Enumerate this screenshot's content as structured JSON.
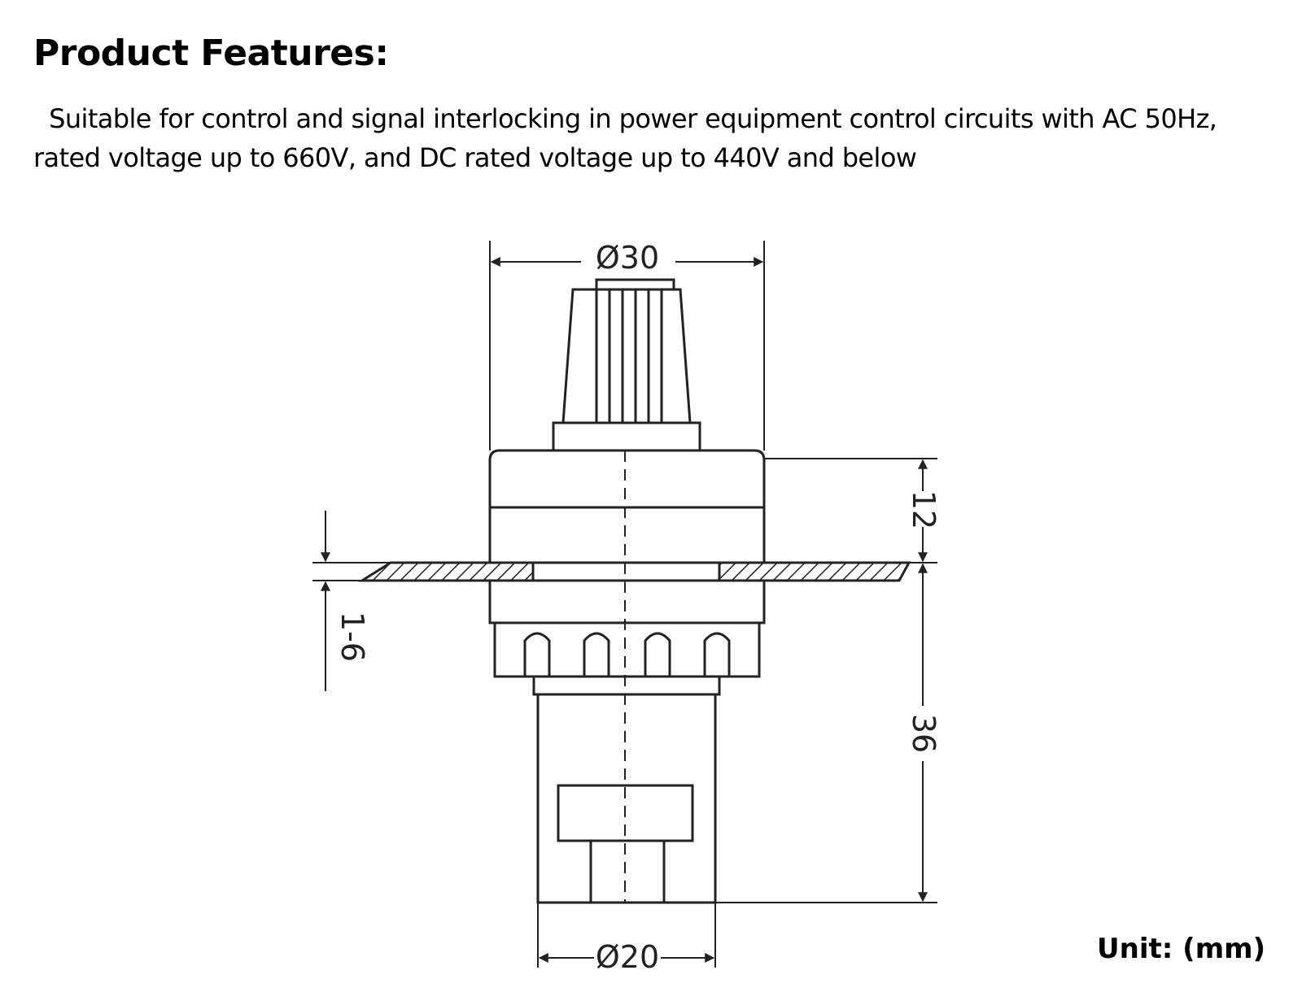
{
  "header": {
    "title": "Product Features:",
    "description": "  Suitable for control and signal interlocking in power equipment control circuits with AC 50Hz, rated voltage up to 660V, and DC rated voltage up to 440V and below"
  },
  "dimensions": {
    "top_diameter": "Ø30",
    "bottom_diameter": "Ø20",
    "panel_thickness": "1-6",
    "upper_height": "12",
    "lower_height": "36"
  },
  "footer": {
    "unit": "Unit: (mm)"
  },
  "colors": {
    "line": "#222222",
    "background": "#ffffff"
  }
}
